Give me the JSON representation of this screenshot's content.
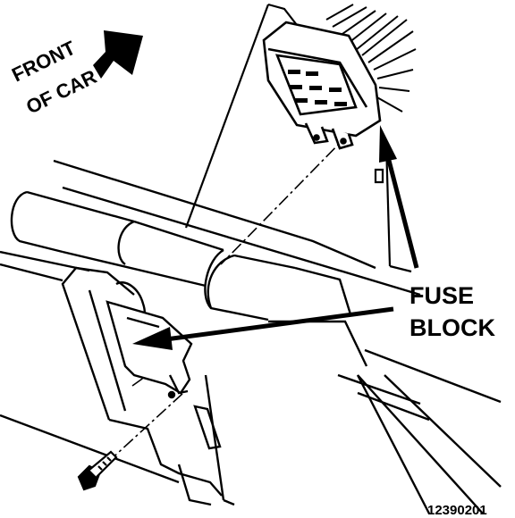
{
  "labels": {
    "front_line1": "FRONT",
    "front_line2": "OF CAR",
    "callout_line1": "FUSE",
    "callout_line2": "BLOCK",
    "figure_id": "12390201"
  },
  "colors": {
    "ink": "#000000",
    "paper": "#ffffff"
  }
}
